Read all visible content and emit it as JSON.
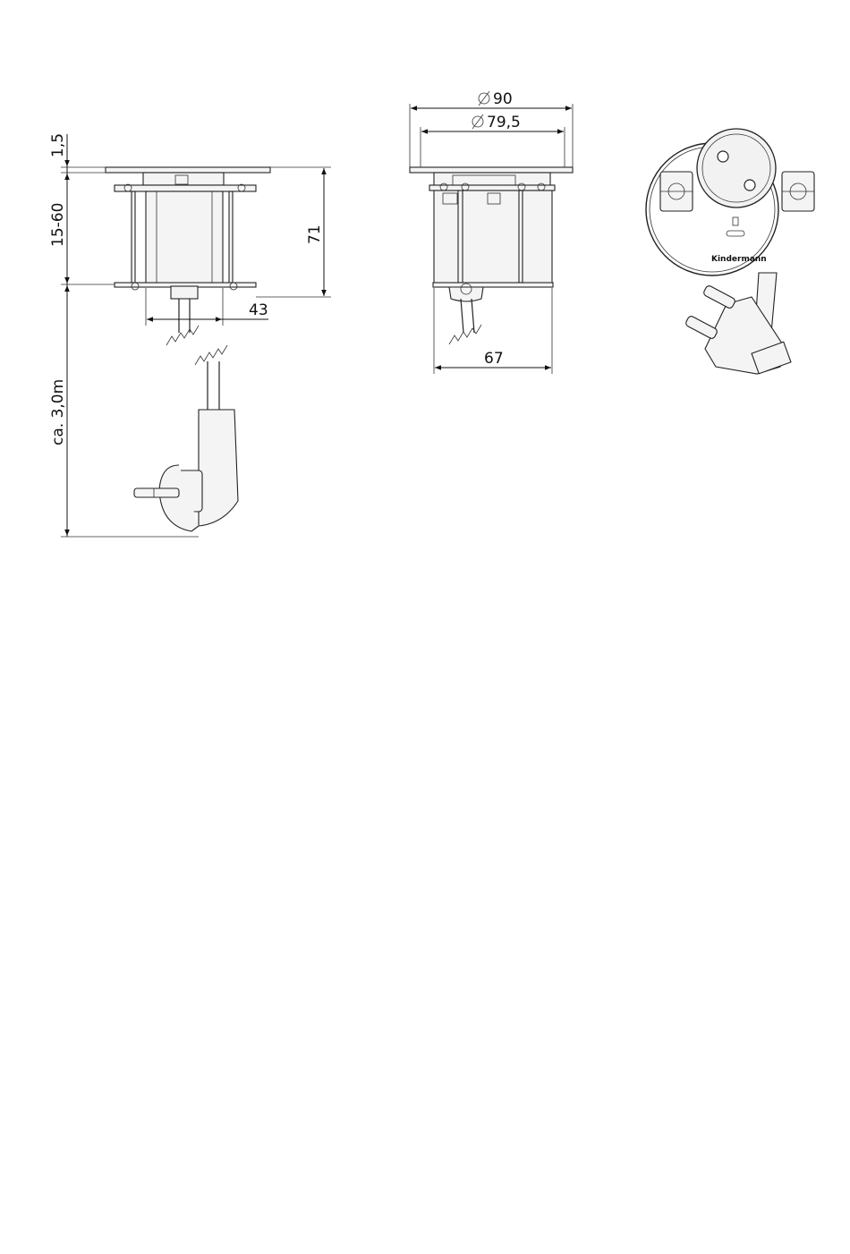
{
  "diagram": {
    "dimensions": {
      "flange_thickness": "1,5",
      "mount_range": "15-60",
      "body_height": "71",
      "cable_offset": "43",
      "cable_length": "ca. 3,0m",
      "outer_diameter": "90",
      "inner_diameter": "79,5",
      "body_width": "67"
    },
    "brand": "Kindermann"
  }
}
